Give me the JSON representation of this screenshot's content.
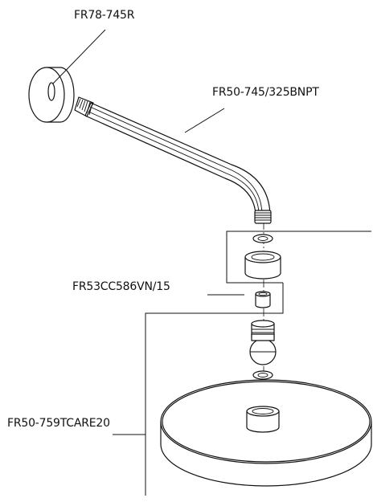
{
  "labels": {
    "flange": "FR78-745R",
    "arm": "FR50-745/325BNPT",
    "flow_restrictor": "FR53CC586VN/15",
    "shower_head": "FR50-759TCARE20"
  }
}
